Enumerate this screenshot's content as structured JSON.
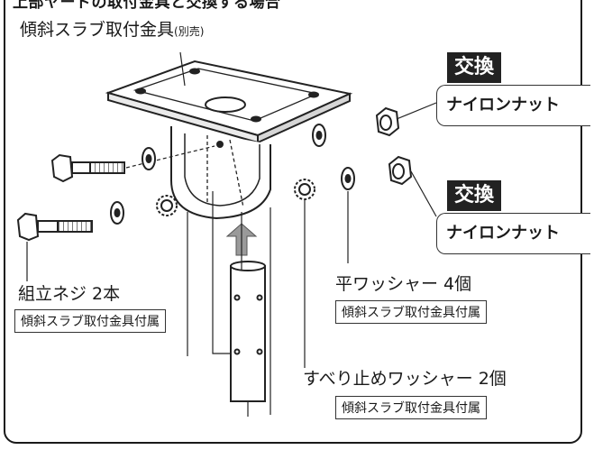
{
  "header_text": "上部ヤードの取付金具と交換する場合",
  "bracket_label": "傾斜スラブ取付金具",
  "bracket_note": "(別売)",
  "replace_badge_1": "交換",
  "nylon_nut_1": "ナイロンナット",
  "replace_badge_2": "交換",
  "nylon_nut_2": "ナイロンナット",
  "bolt_label": "組立ネジ 2本",
  "bolt_included": "傾斜スラブ取付金具付属",
  "washer_label": "平ワッシャー 4個",
  "washer_included": "傾斜スラブ取付金具付属",
  "lock_washer_label": "すべり止めワッシャー 2個",
  "lock_washer_included": "傾斜スラブ取付金具付属"
}
